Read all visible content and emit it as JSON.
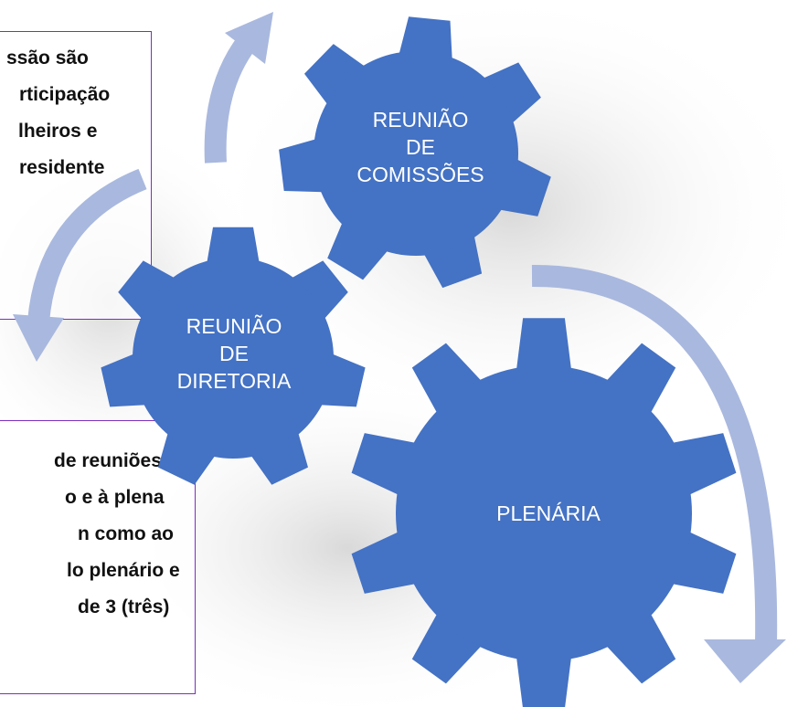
{
  "colors": {
    "gear": "#4472c4",
    "arrow": "#a9b8de",
    "box_border": "#7b2fbf",
    "label": "#ffffff"
  },
  "text_box_top": {
    "lines": [
      "ssão  são",
      "rticipação",
      "lheiros  e",
      "residente"
    ]
  },
  "text_box_bottom": {
    "lines": [
      "de  reuniões",
      "o  e  à  plena",
      "n  como  ao",
      "lo plenário e",
      "  de  3  (três)"
    ]
  },
  "gears": {
    "comissoes": [
      "REUNIÃO",
      "DE",
      "COMISSÕES"
    ],
    "diretoria": [
      "REUNIÃO",
      "DE",
      "DIRETORIA"
    ],
    "plenaria": [
      "PLENÁRIA"
    ]
  }
}
